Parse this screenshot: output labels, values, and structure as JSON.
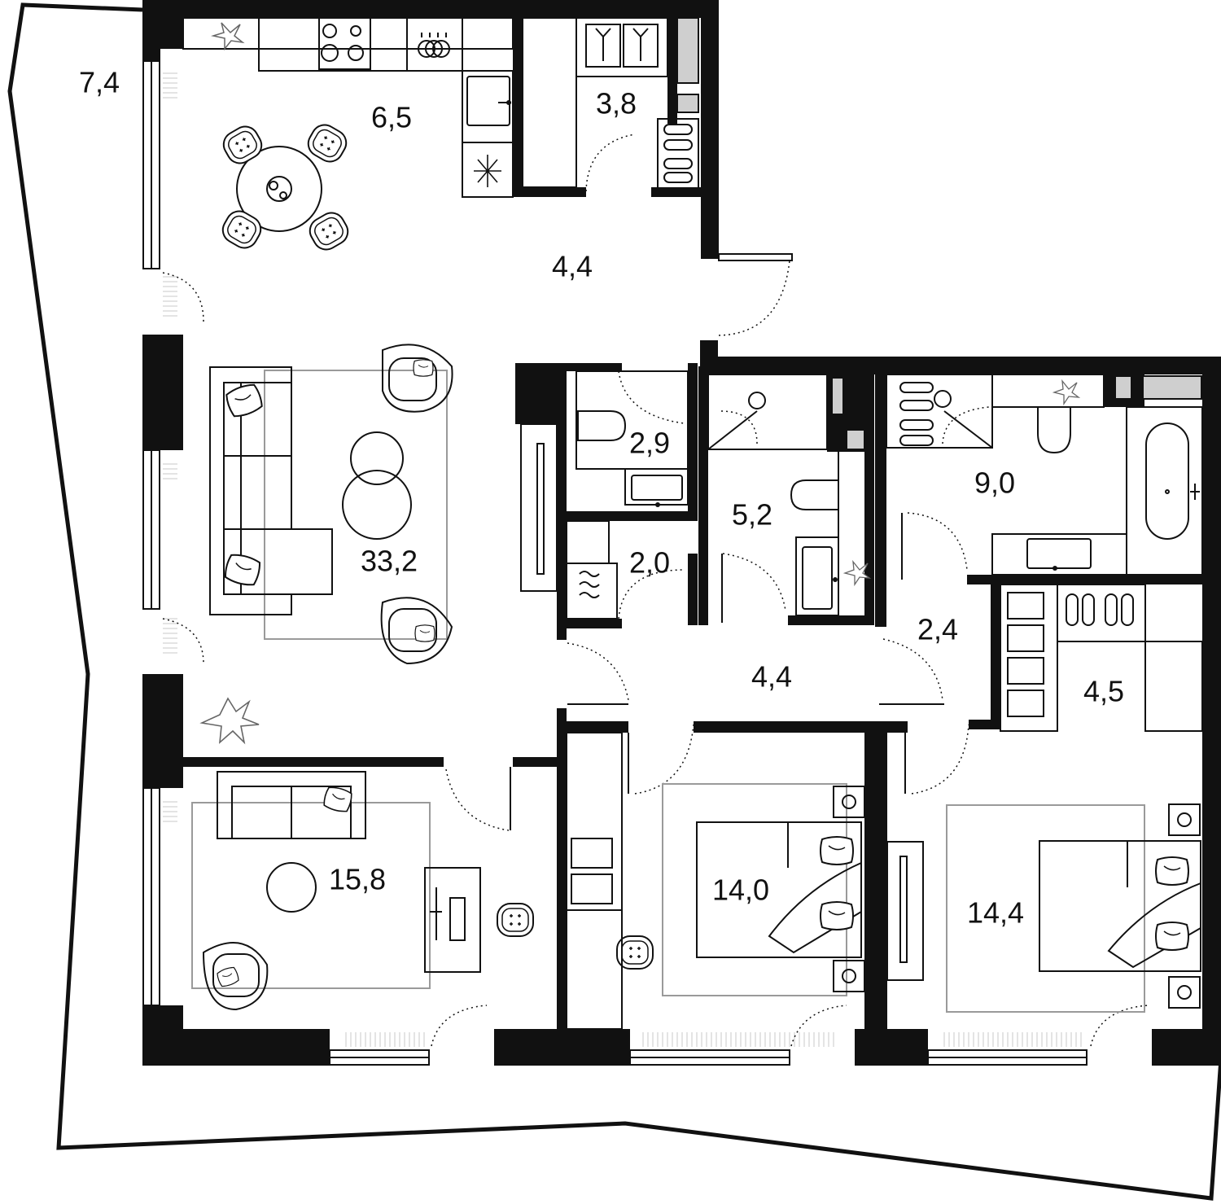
{
  "plan": {
    "colors": {
      "wall": "#111111",
      "furniture": "#111111",
      "rug": "#9a9a9a",
      "background": "#ffffff"
    },
    "rooms": [
      {
        "id": "balcony",
        "area": "7,4"
      },
      {
        "id": "kitchen",
        "area": "6,5"
      },
      {
        "id": "wardrobe-top",
        "area": "3,8"
      },
      {
        "id": "hall-top",
        "area": "4,4"
      },
      {
        "id": "living",
        "area": "33,2"
      },
      {
        "id": "wc-small",
        "area": "2,9"
      },
      {
        "id": "laundry",
        "area": "2,0"
      },
      {
        "id": "bathroom-mid",
        "area": "5,2"
      },
      {
        "id": "bathroom-master",
        "area": "9,0"
      },
      {
        "id": "corridor",
        "area": "4,4"
      },
      {
        "id": "corridor-right",
        "area": "2,4"
      },
      {
        "id": "dressing",
        "area": "4,5"
      },
      {
        "id": "study",
        "area": "15,8"
      },
      {
        "id": "bedroom-1",
        "area": "14,0"
      },
      {
        "id": "bedroom-2",
        "area": "14,4"
      }
    ],
    "icons": [
      "plant-icon",
      "hob-icon",
      "sink-icon",
      "fridge-icon",
      "dining-table-icon",
      "chair-icon",
      "sofa-icon",
      "armchair-icon",
      "coffee-table-icon",
      "toilet-icon",
      "bathtub-icon",
      "washing-machine-icon",
      "bed-icon",
      "wardrobe-icon",
      "shoes-icon",
      "desk-icon"
    ]
  }
}
